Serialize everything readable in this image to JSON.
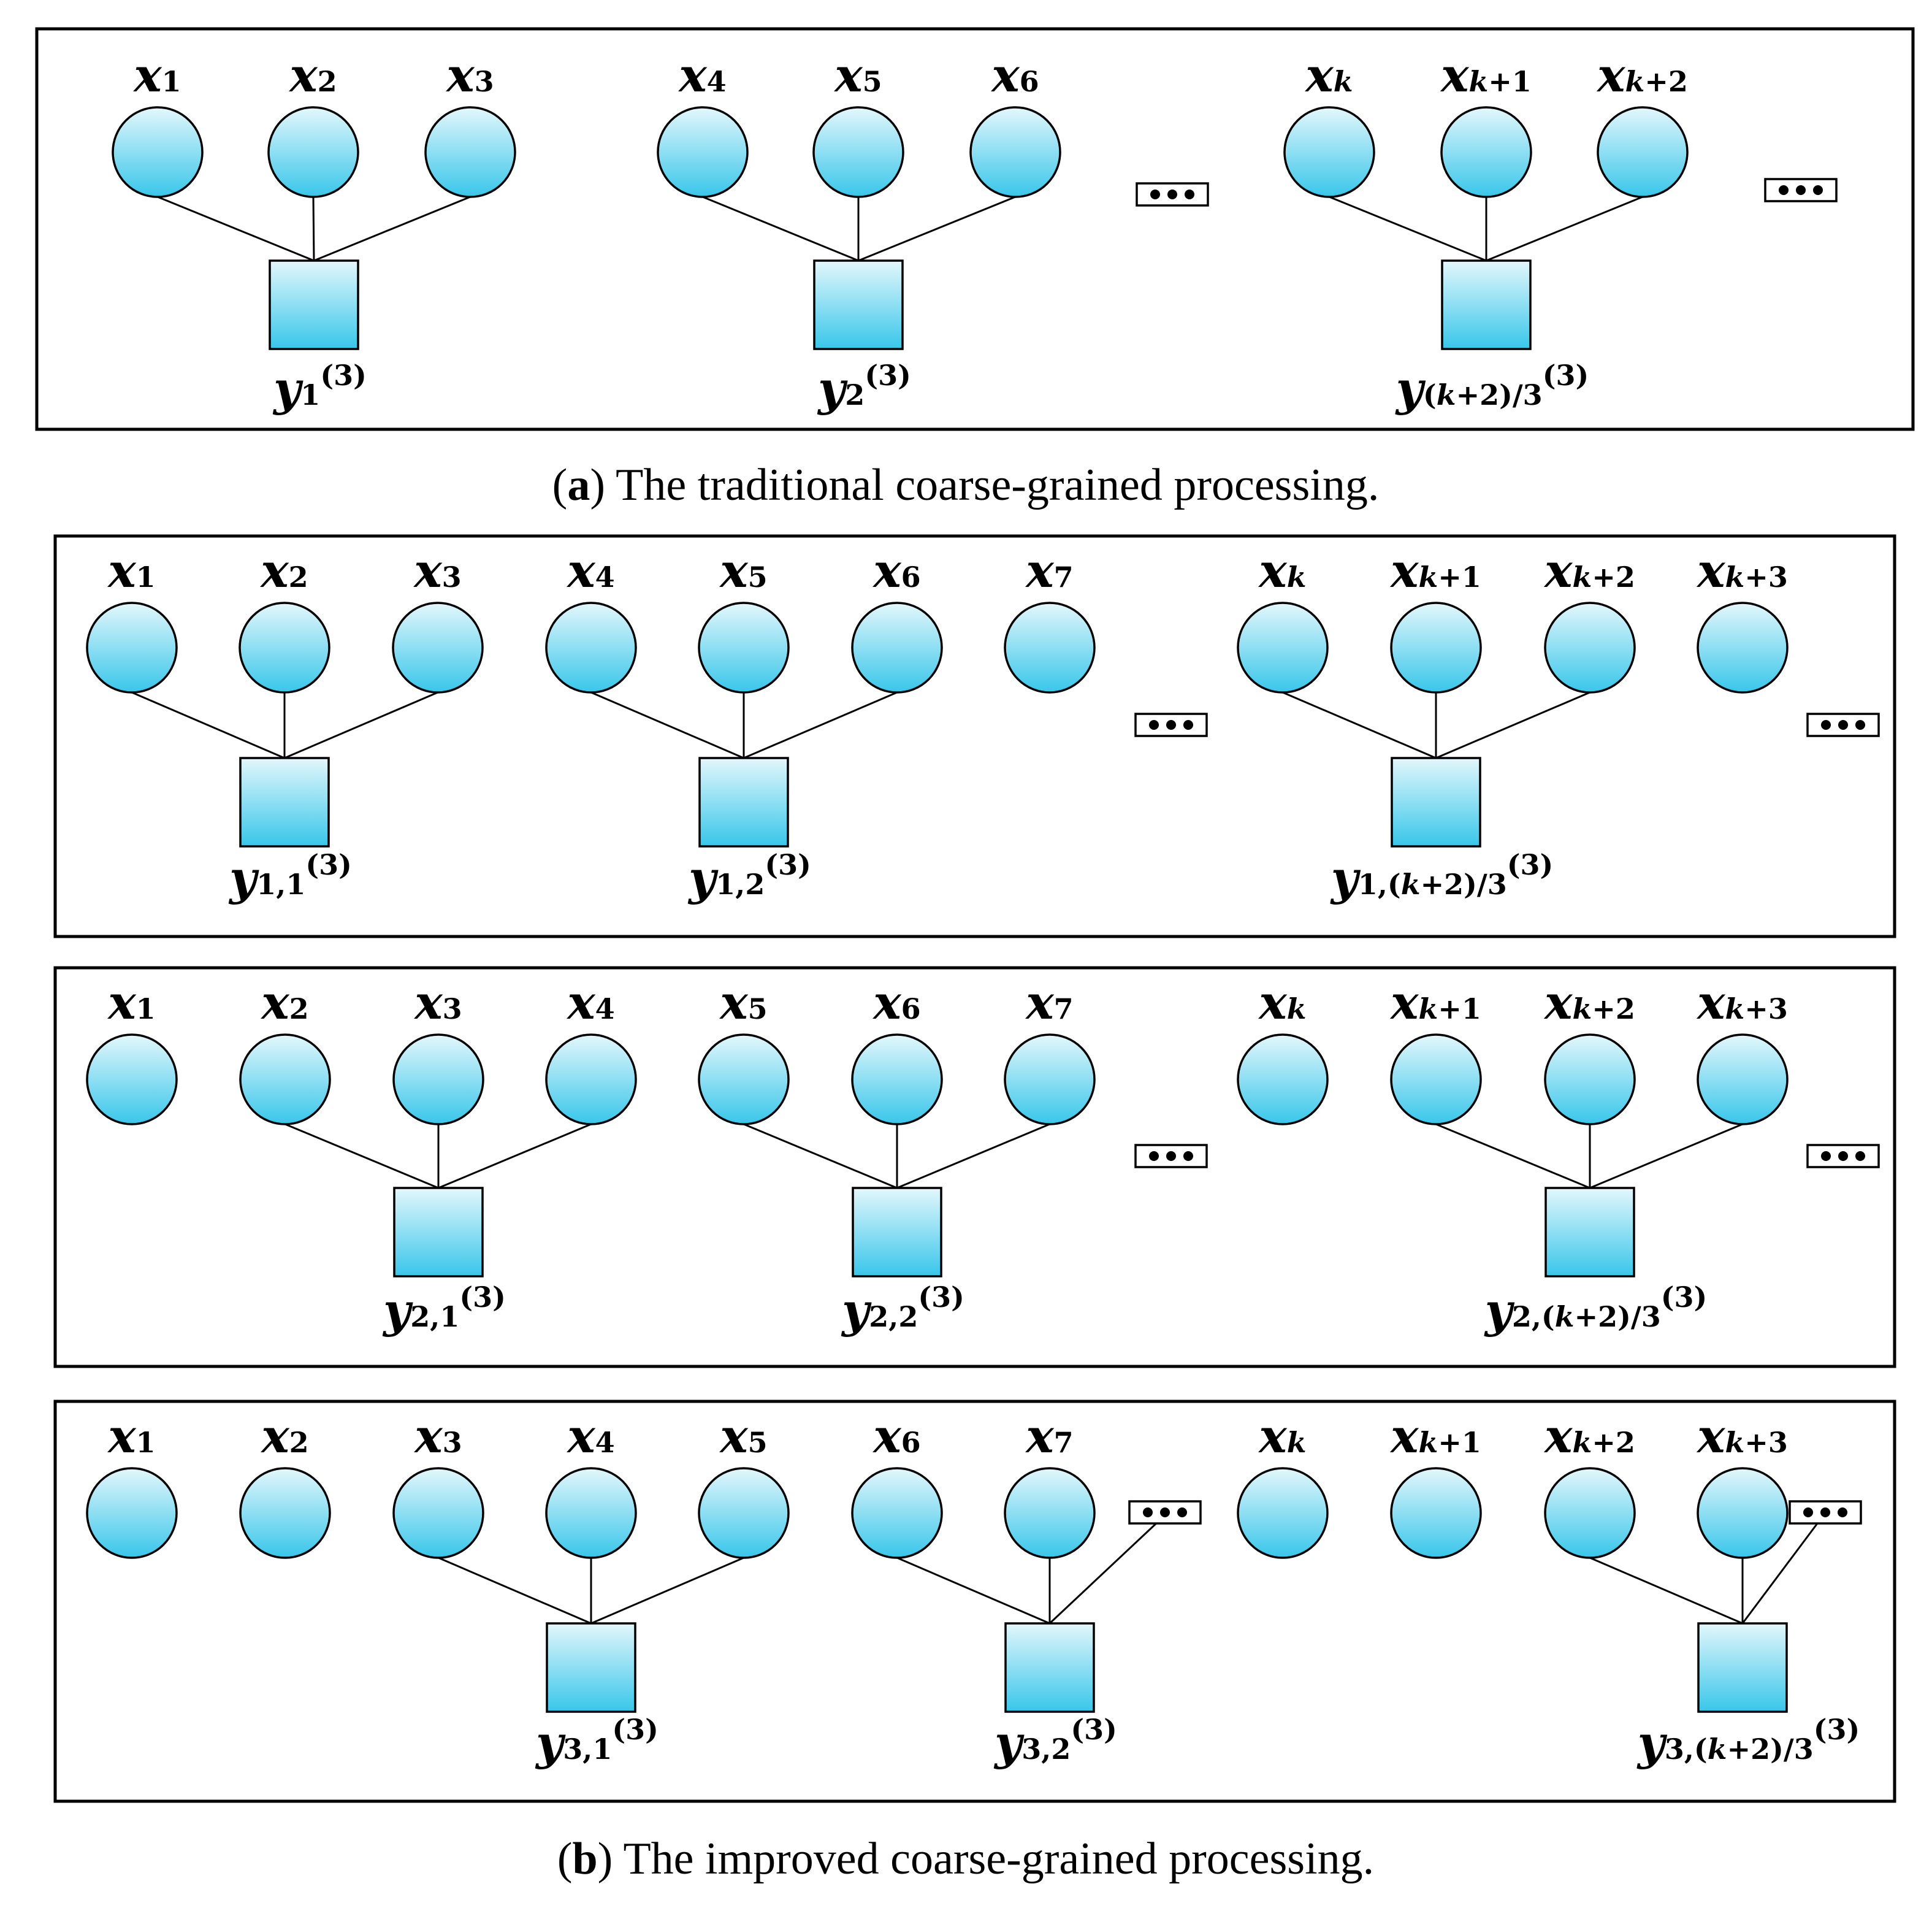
{
  "captions": {
    "a": {
      "tag": "a",
      "text": "The traditional coarse-grained processing."
    },
    "b": {
      "tag": "b",
      "text": "The improved coarse-grained processing."
    }
  },
  "colors": {
    "node_top": "#e3f7fc",
    "node_bottom": "#38c6ea",
    "stroke": "#000000"
  },
  "icons": {
    "circle": "input-node-icon",
    "square": "coarse-node-icon",
    "ellipsis": "ellipsis-icon"
  },
  "panels": [
    {
      "id": "a",
      "inputs": [
        "x1",
        "x2",
        "x3",
        "x4",
        "x5",
        "x6",
        "xk",
        "xk+1",
        "xk+2"
      ],
      "ellipsis": "•••",
      "outputs": [
        {
          "label": "y1(3)",
          "inputs": [
            "x1",
            "x2",
            "x3"
          ]
        },
        {
          "label": "y2(3)",
          "inputs": [
            "x4",
            "x5",
            "x6"
          ]
        },
        {
          "label": "y(k+2)/3(3)",
          "inputs": [
            "xk",
            "xk+1",
            "xk+2"
          ]
        }
      ]
    },
    {
      "id": "b1",
      "inputs": [
        "x1",
        "x2",
        "x3",
        "x4",
        "x5",
        "x6",
        "x7",
        "xk",
        "xk+1",
        "xk+2",
        "xk+3"
      ],
      "ellipsis": "•••",
      "outputs": [
        {
          "label": "y1,1(3)",
          "inputs": [
            "x1",
            "x2",
            "x3"
          ]
        },
        {
          "label": "y1,2(3)",
          "inputs": [
            "x4",
            "x5",
            "x6"
          ]
        },
        {
          "label": "y1,(k+2)/3(3)",
          "inputs": [
            "xk",
            "xk+1",
            "xk+2"
          ]
        }
      ]
    },
    {
      "id": "b2",
      "inputs": [
        "x1",
        "x2",
        "x3",
        "x4",
        "x5",
        "x6",
        "x7",
        "xk",
        "xk+1",
        "xk+2",
        "xk+3"
      ],
      "ellipsis": "•••",
      "outputs": [
        {
          "label": "y2,1(3)",
          "inputs": [
            "x2",
            "x3",
            "x4"
          ]
        },
        {
          "label": "y2,2(3)",
          "inputs": [
            "x5",
            "x6",
            "x7"
          ]
        },
        {
          "label": "y2,(k+2)/3(3)",
          "inputs": [
            "xk+1",
            "xk+2",
            "xk+3"
          ]
        }
      ]
    },
    {
      "id": "b3",
      "inputs": [
        "x1",
        "x2",
        "x3",
        "x4",
        "x5",
        "x6",
        "x7",
        "xk",
        "xk+1",
        "xk+2",
        "xk+3"
      ],
      "ellipsis": "•••",
      "outputs": [
        {
          "label": "y3,1(3)",
          "inputs": [
            "x3",
            "x4",
            "x5"
          ]
        },
        {
          "label": "y3,2(3)",
          "inputs": [
            "x6",
            "x7",
            "•••"
          ]
        },
        {
          "label": "y3,(k+2)/3(3)",
          "inputs": [
            "xk+2",
            "xk+3",
            "•••"
          ]
        }
      ]
    }
  ]
}
